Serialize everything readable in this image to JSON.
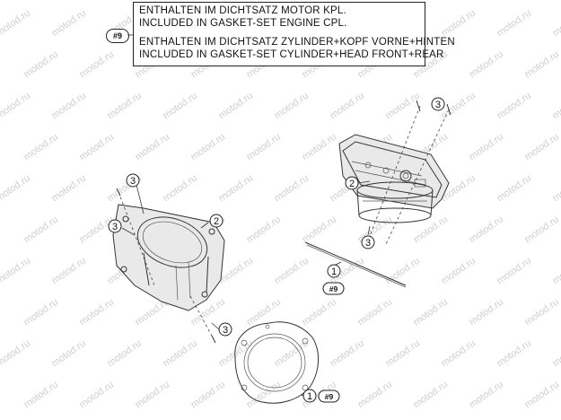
{
  "legend": {
    "ref_tag": "#9",
    "lines": [
      "ENTHALTEN IM DICHTSATZ MOTOR KPL.",
      "INCLUDED IN GASKET-SET ENGINE CPL.",
      "ENTHALTEN IM DICHTSATZ ZYLINDER+KOPF VORNE+HINTEN",
      "INCLUDED IN GASKET-SET CYLINDER+HEAD FRONT+REAR"
    ]
  },
  "callouts": {
    "c1": "3",
    "c2": "2",
    "c3": "3",
    "c4": "3",
    "c5": "3",
    "c6": "2",
    "c7": "3",
    "c8": "1",
    "c9": "1"
  },
  "refs": {
    "r1": "#9",
    "r2": "#9"
  },
  "watermark": "motod.ru"
}
